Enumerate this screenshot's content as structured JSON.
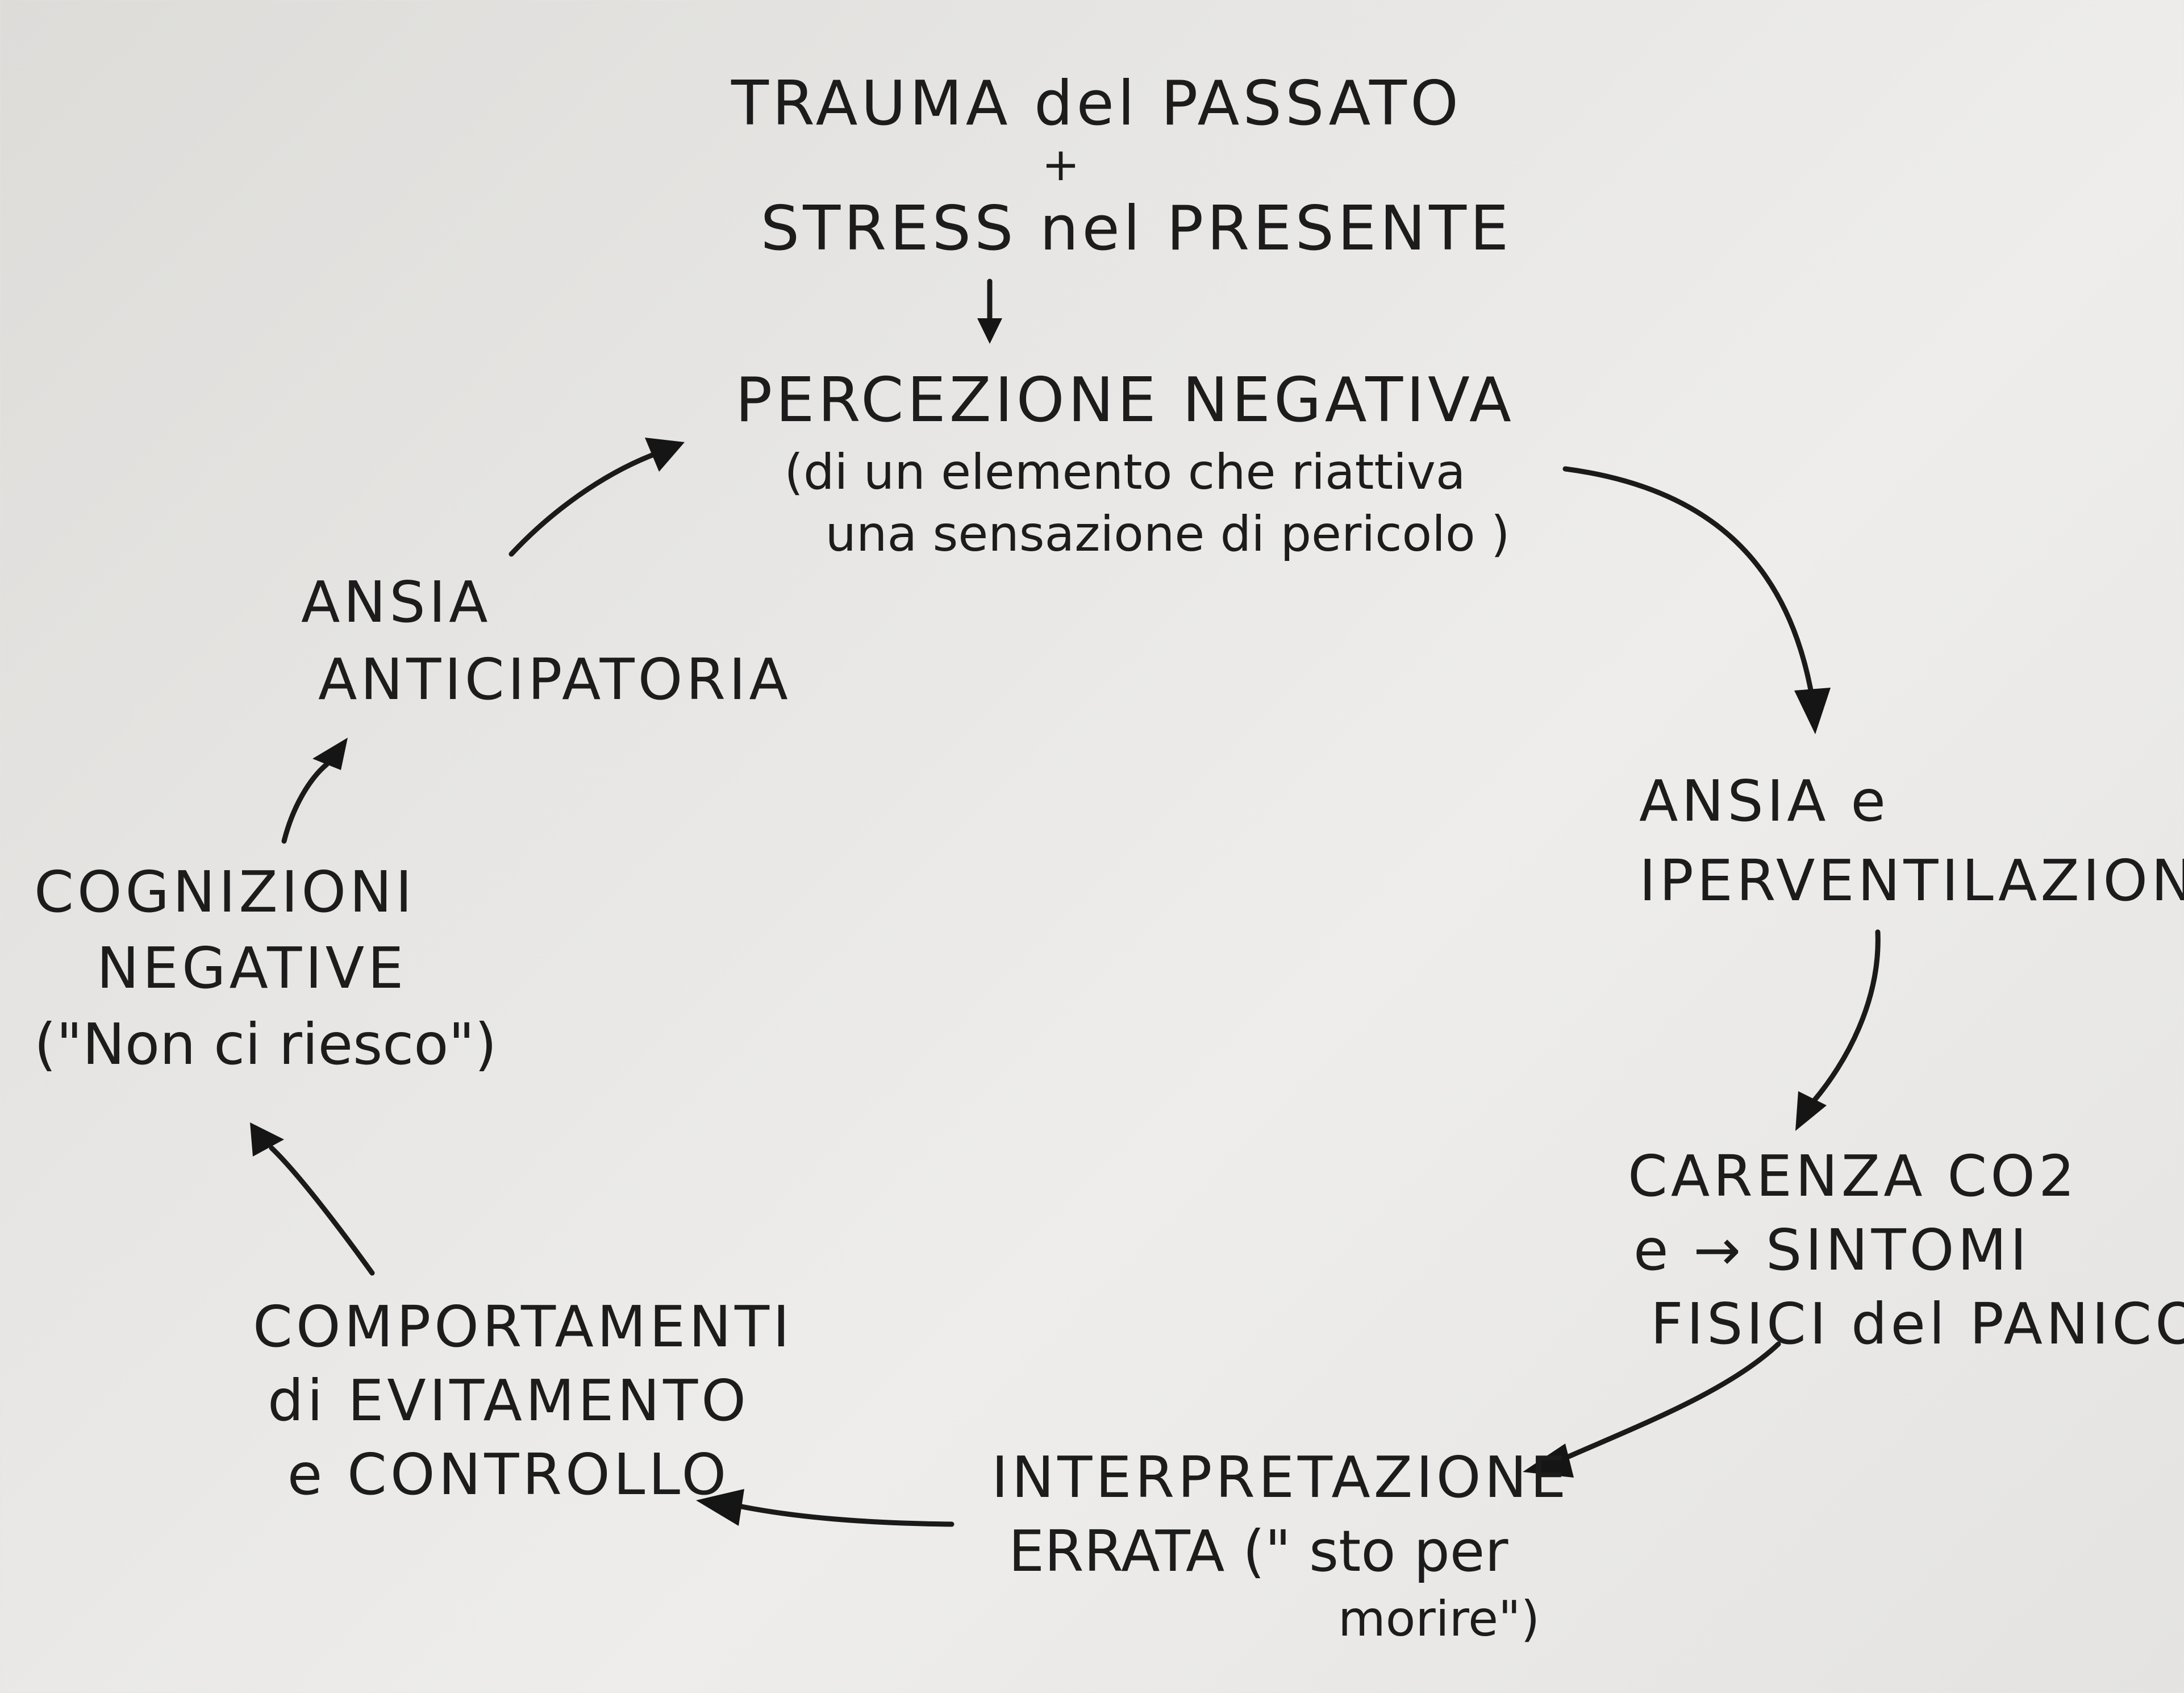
{
  "nodes": {
    "trigger": {
      "line1": "TRAUMA del PASSATO",
      "plus": "+",
      "line2": "STRESS nel PRESENTE"
    },
    "perception": {
      "title": "PERCEZIONE NEGATIVA",
      "line1": "(di un elemento che riattiva",
      "line2": "una sensazione di pericolo )"
    },
    "anxiety_hyperventilation": {
      "line1": "ANSIA e",
      "line2": "IPERVENTILAZIONE"
    },
    "co2_deficit": {
      "line1": "CARENZA CO2",
      "line2": "e → SINTOMI",
      "line3": "FISICI del PANICO"
    },
    "misinterpretation": {
      "line1": "INTERPRETAZIONE",
      "line2": "ERRATA (\" sto per",
      "line3": "morire\")"
    },
    "avoidance": {
      "line1": "COMPORTAMENTI",
      "line2": "di EVITAMENTO",
      "line3": "e CONTROLLO"
    },
    "negative_cognitions": {
      "line1": "COGNIZIONI",
      "line2": "NEGATIVE",
      "line3": "(\"Non ci riesco\")"
    },
    "anticipatory_anxiety": {
      "line1": "ANSIA",
      "line2": "ANTICIPATORIA"
    }
  },
  "colors": {
    "ink": "#1b1b1b",
    "paper": "#e6e5e3"
  }
}
